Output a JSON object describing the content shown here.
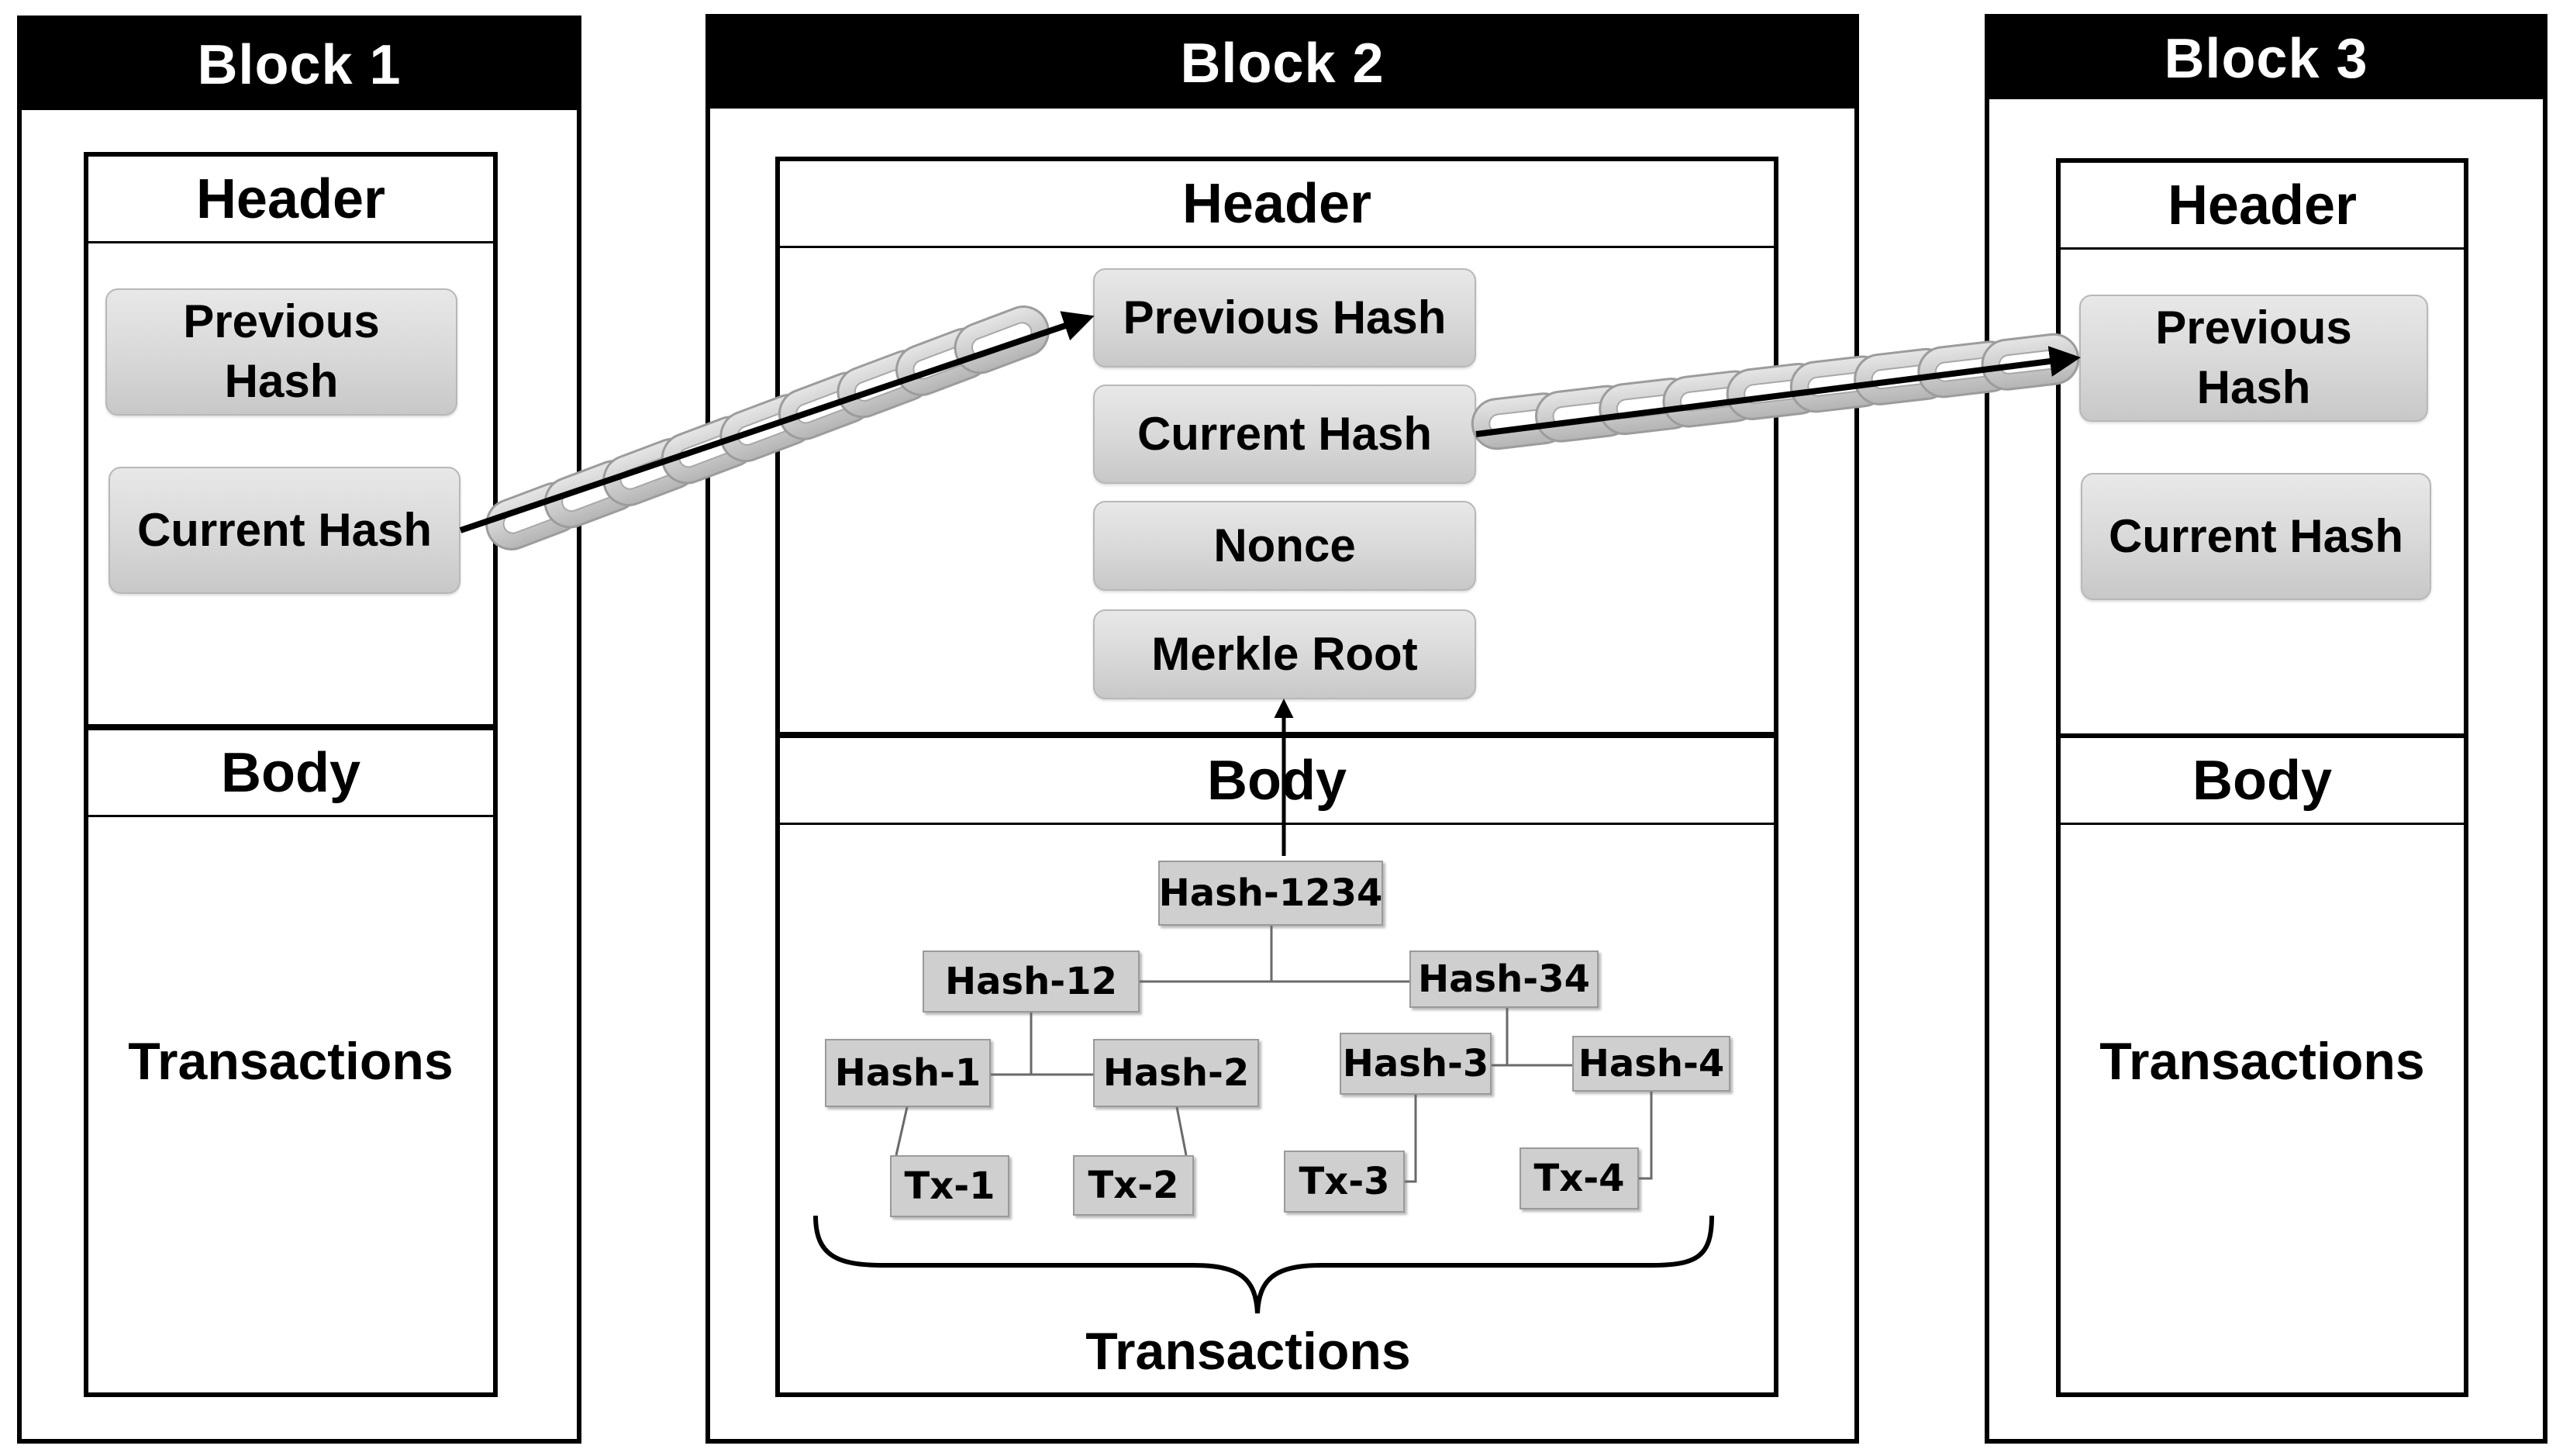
{
  "blocks": [
    {
      "title": "Block 1",
      "header_label": "Header",
      "fields": [
        "Previous\nHash",
        "Current Hash"
      ],
      "body_label": "Body",
      "body_text": "Transactions"
    },
    {
      "title": "Block 2",
      "header_label": "Header",
      "fields": [
        "Previous Hash",
        "Current Hash",
        "Nonce",
        "Merkle Root"
      ],
      "body_label": "Body",
      "transactions_label": "Transactions",
      "merkle_tree": {
        "root": "Hash-1234",
        "level1": [
          "Hash-12",
          "Hash-34"
        ],
        "level2": [
          "Hash-1",
          "Hash-2",
          "Hash-3",
          "Hash-4"
        ],
        "leaves": [
          "Tx-1",
          "Tx-2",
          "Tx-3",
          "Tx-4"
        ]
      }
    },
    {
      "title": "Block 3",
      "header_label": "Header",
      "fields": [
        "Previous\nHash",
        "Current Hash"
      ],
      "body_label": "Body",
      "body_text": "Transactions"
    }
  ],
  "colors": {
    "title_bar": "#000000",
    "title_text": "#ffffff",
    "field_fill": "#d8d8d8",
    "merkle_node_fill": "#cfcfcf",
    "chain_fill": "#d0d0d0"
  }
}
